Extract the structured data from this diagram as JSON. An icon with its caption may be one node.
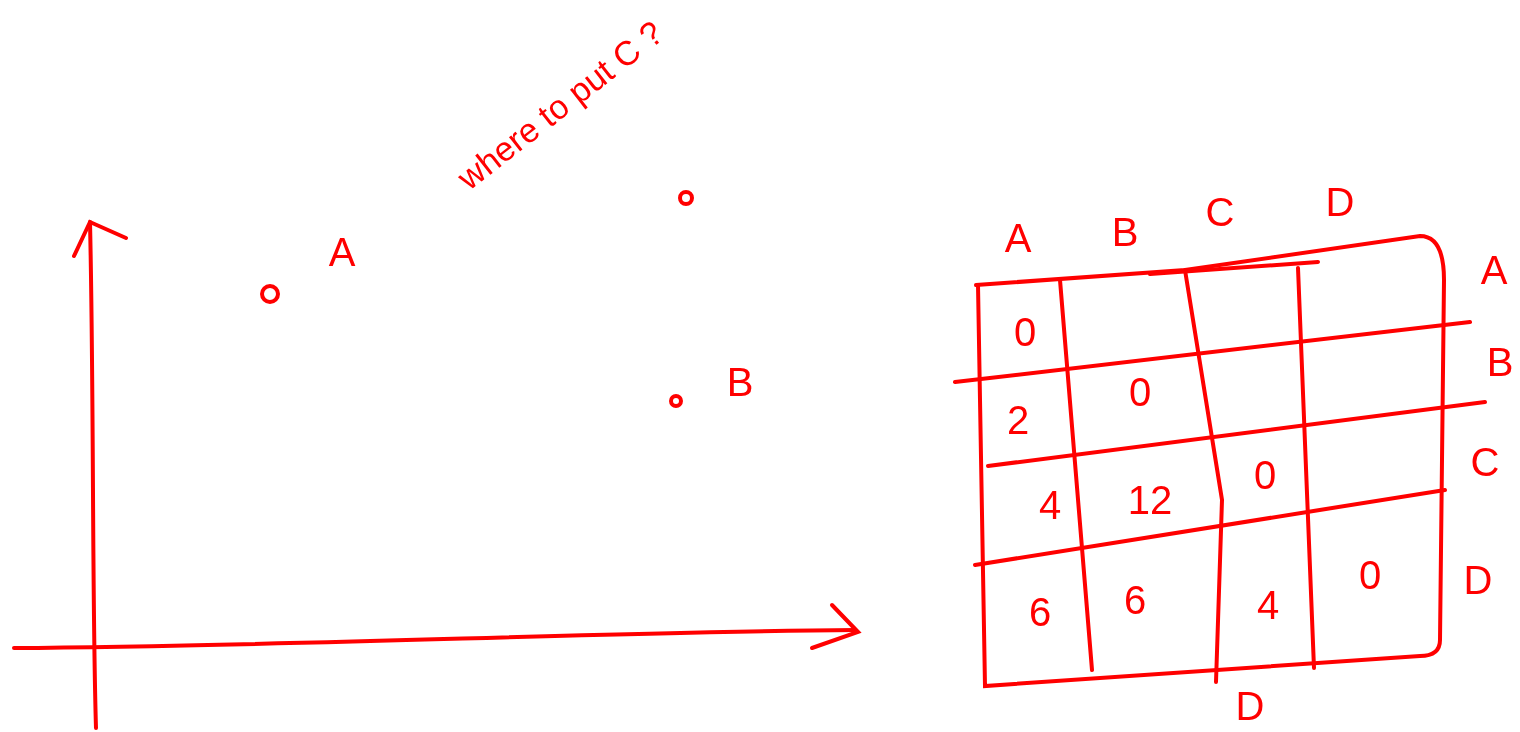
{
  "diagram": {
    "labels": [
      "where to put C ?",
      "A",
      "B",
      "A",
      "B",
      "C",
      "D",
      "0",
      "A",
      "2",
      "0",
      "B",
      "4",
      "12",
      "0",
      "C",
      "6",
      "6",
      "4",
      "0",
      "D",
      "D"
    ]
  }
}
